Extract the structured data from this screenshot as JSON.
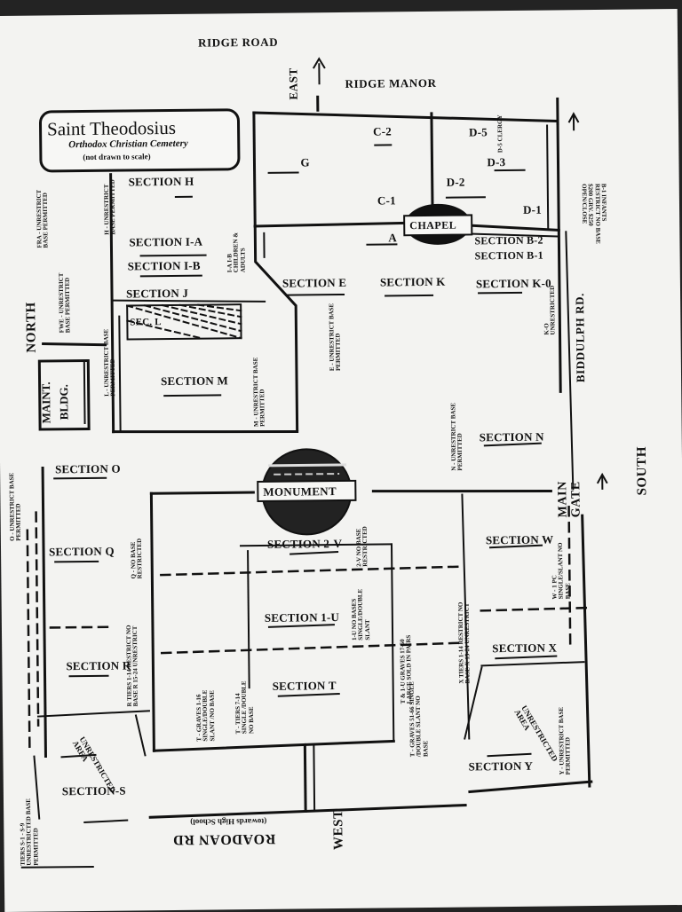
{
  "title": {
    "name": "Saint Theodosius",
    "subtitle": "Orthodox Christian Cemetery",
    "note": "(not drawn to scale)"
  },
  "roads": {
    "ridge_road": "RIDGE ROAD",
    "east": "EAST",
    "ridge_manor": "RIDGE MANOR",
    "north": "NORTH",
    "biddulph": "BIDDULPH RD.",
    "south": "SOUTH",
    "main_gate": "MAIN GATE",
    "west": "WEST",
    "roadoan": "ROADOAN RD",
    "towards_hs": "(towards High School)"
  },
  "landmarks": {
    "chapel": "CHAPEL",
    "monument": "MONUMENT",
    "maint_1": "MAINT.",
    "maint_2": "BLDG."
  },
  "sections": {
    "h": "SECTION H",
    "i_a": "SECTION I-A",
    "i_b": "SECTION I-B",
    "j": "SECTION J",
    "l": "SEC. L",
    "m": "SECTION M",
    "e": "SECTION E",
    "k": "SECTION K",
    "k0": "SECTION K-0",
    "b2": "SECTION B-2",
    "b1": "SECTION B-1",
    "n": "SECTION N",
    "o": "SECTION O",
    "q": "SECTION Q",
    "r": "SECTION R",
    "s": "SECTION-S",
    "two_v": "SECTION 2-V",
    "one_u": "SECTION 1-U",
    "t": "SECTION T",
    "w": "SECTION W",
    "x": "SECTION X",
    "y": "SECTION Y",
    "c2": "C-2",
    "g": "G",
    "c1": "C-1",
    "d5": "D-5",
    "d3": "D-3",
    "d2": "D-2",
    "d1": "D-1",
    "a": "A"
  },
  "notes": {
    "fra": "FRA - UNRESTRICT BASE PERMITTED",
    "h": "H - UNRESTRICT BASE PERMITTED",
    "i": "I-A I-B CHILDREN & ADULTS",
    "fwe": "FWE - UNRESTRICT BASE PERMITTED",
    "l": "L - UNRESTRICT BASE PERMITTED",
    "m": "M - UNRESTRICT BASE PERMITTED",
    "e": "E - UNRESTRICT BASE PERMITTED",
    "d5": "D-5 CLERGY",
    "b1": "B-1 INFANTS RESTRICT NO BASE $200 GRV. $250 OPEN/CLOSE",
    "k0": "K-O UNRESTRICTED",
    "n": "N - UNRESTRICT BASE PERMITTED",
    "o": "O - UNRESTRICT BASE PERMITTED",
    "q": "Q - NO BASE RESTRICTED",
    "two_v": "2-V NO BASE RESTRICTED",
    "r": "R TIERS 1-14 RESTRICT NO BASE R 15-24 UNRESTRICT",
    "one_u": "1-U NO BASES SINGLE/DOUBLE SLANT",
    "t_1_16": "T - GRAVES 1-16 SINGLE/DOUBLE SLANT /NO BASE",
    "t_7_14": "T - TIERS 7-14 SINGLE /DOUBLE NO BASE",
    "t_51_66": "T - GRAVES 51-66 SINGLE /DOUBLE SLANT NO BASE",
    "t_1u": "T & 1-U GRAVES 17-50 LARGE SOLD IN PAIRS",
    "x": "X TIERS 1-14 RESTRICT NO BASE X 15-24 UNRESTRICT",
    "w": "W - 1 PC SINGLE/SLANT NO BASE",
    "y": "Y - UNRESTRICT BASE PERMITTED",
    "unrestricted_area": "UNRESTRICTED AREA",
    "s": "TIERS S-1 - S-9 UNRESTRICTED BASE PERMITTED"
  }
}
